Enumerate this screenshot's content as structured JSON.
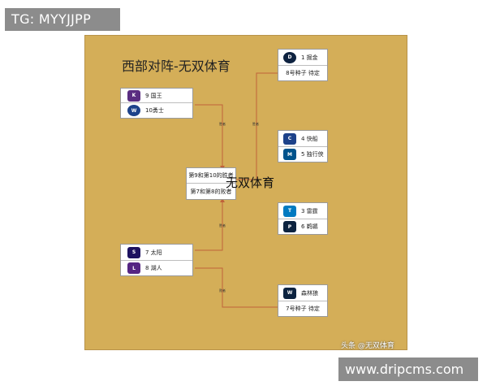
{
  "watermark_top": "TG: MYYJJPP",
  "watermark_bottom": "www.dripcms.com",
  "title": "西部对阵-无双体育",
  "center_watermark": "无双体育",
  "credit": "头条 @无双体育",
  "edge_labels": {
    "winner": "胜者",
    "loser": "败者"
  },
  "teams": {
    "kings": {
      "seed_name": "9 国王",
      "logo_icon": "kings-logo-icon",
      "color": "#5a2d81"
    },
    "warriors": {
      "seed_name": "10勇士",
      "logo_icon": "warriors-logo-icon",
      "color": "#1d428a"
    },
    "suns": {
      "seed_name": "7 太阳",
      "logo_icon": "suns-logo-icon",
      "color": "#1d1160"
    },
    "lakers": {
      "seed_name": "8 湖人",
      "logo_icon": "lakers-logo-icon",
      "color": "#552583"
    },
    "nuggets": {
      "seed_name": "1 掘金",
      "logo_icon": "nuggets-logo-icon",
      "color": "#0e2240"
    },
    "clippers": {
      "seed_name": "4 快船",
      "logo_icon": "clippers-logo-icon",
      "color": "#1d428a"
    },
    "mavericks": {
      "seed_name": "5 独行侠",
      "logo_icon": "mavericks-logo-icon",
      "color": "#00538c"
    },
    "thunder": {
      "seed_name": "3 雷霆",
      "logo_icon": "thunder-logo-icon",
      "color": "#007ac1"
    },
    "pelicans": {
      "seed_name": "6 鹈鹕",
      "logo_icon": "pelicans-logo-icon",
      "color": "#0c2340"
    },
    "timberwolves": {
      "seed_name": "森林狼",
      "logo_icon": "timberwolves-logo-icon",
      "color": "#0c2340"
    }
  },
  "pending": {
    "seed8": "8号种子 待定",
    "seed7": "7号种子 待定"
  },
  "playin_result": {
    "winner_9_10": "第9和第10的胜者",
    "loser_7_8": "第7和第8的败者"
  }
}
